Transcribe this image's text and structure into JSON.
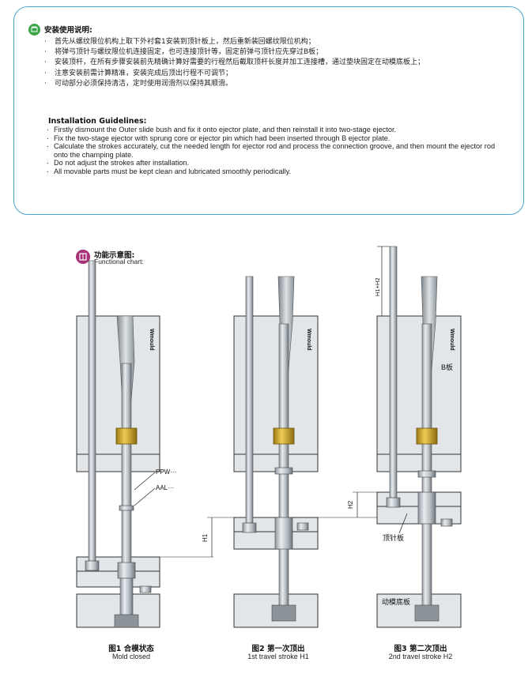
{
  "guide": {
    "cn_title": "安装使用说明:",
    "cn_items": [
      "首先从螺纹限位机构上取下外衬套1安装到顶针板上，然后重新装回螺纹限位机构；",
      "将弹弓顶针与螺纹限位机连接固定，也可连接顶针等，固定前弹弓顶针应先穿过B板；",
      "安装顶杆，在所有步骤安装前先精确计算好需要的行程然后截取顶杆长度并加工连接槽，通过垫块固定在动模底板上；",
      "注意安装前需计算精准，安装完成后顶出行程不可调节；",
      "可动部分必须保持清洁，定时使用润滑剂以保持其顺滑。"
    ],
    "en_title": "Installation Guidelines:",
    "en_items": [
      "Firstly  dismount the Outer slide bush and fix it onto ejector plate, and then reinstall it into two-stage ejector.",
      "Fix the two-stage ejector with sprung core or ejector pin  which had been inserted through B ejector plate.",
      "Calculate the strokes accurately, cut the needed length for ejector rod and process the connection groove,  and then mount the ejector rod onto the champing plate.",
      "Do not adjust the strokes after installation.",
      "All movable parts must be kept clean and lubricated smoothly periodically."
    ]
  },
  "functional": {
    "title_cn": "功能示意图:",
    "title_en": "Functional chart:"
  },
  "diagram": {
    "brand": "Wmould",
    "label_ppw": "PPW···",
    "label_aal": "AAL···",
    "label_h1": "H1",
    "label_h2": "H2",
    "label_h1h2": "H1+H2",
    "label_b_plate": "B板",
    "label_ejector_plate": "顶针板",
    "label_clamping_plate": "动模底板",
    "colors": {
      "bush": "#c9a227",
      "steel": "#c8ced3",
      "plate": "#e3e6e9",
      "outline": "#333333"
    }
  },
  "figures": [
    {
      "cn": "图1  合模状态",
      "en": "Mold closed"
    },
    {
      "cn": "图2 第一次顶出",
      "en": "1st travel stroke H1"
    },
    {
      "cn": "图3 第二次顶出",
      "en": "2nd travel stroke H2"
    }
  ]
}
